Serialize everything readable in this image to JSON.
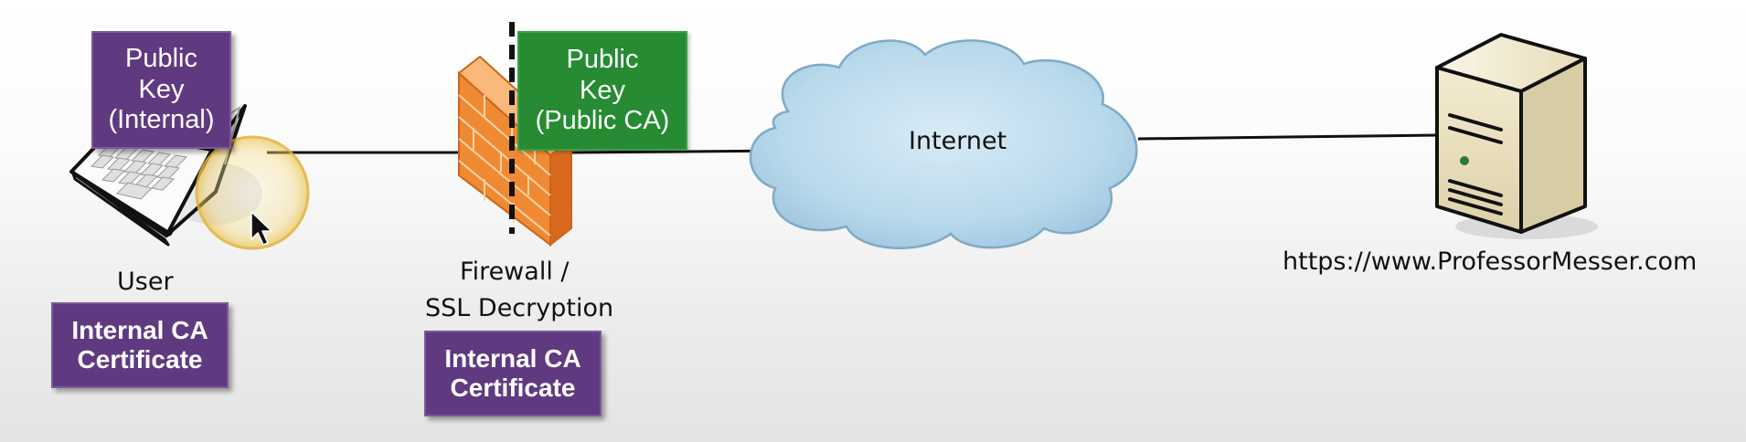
{
  "user": {
    "key_box": {
      "line1": "Public",
      "line2": "Key",
      "line3": "(Internal)"
    },
    "label": "User",
    "cert_box": {
      "line1": "Internal CA",
      "line2": "Certificate"
    }
  },
  "firewall": {
    "label_line1": "Firewall /",
    "label_line2": "SSL Decryption",
    "key_box": {
      "line1": "Public",
      "line2": "Key",
      "line3": "(Public CA)"
    },
    "cert_box": {
      "line1": "Internal CA",
      "line2": "Certificate"
    }
  },
  "internet": {
    "label": "Internet"
  },
  "server": {
    "label": "https://www.ProfessorMesser.com"
  },
  "colors": {
    "purple_box": "#603a80",
    "green_box": "#268b32",
    "firewall_orange": "#f08a32",
    "cloud_blue": "#b9d9ec",
    "server_beige": "#ece2c2"
  },
  "icons": [
    "laptop-icon",
    "cursor-arrow-icon",
    "firewall-icon",
    "cloud-icon",
    "server-icon"
  ]
}
